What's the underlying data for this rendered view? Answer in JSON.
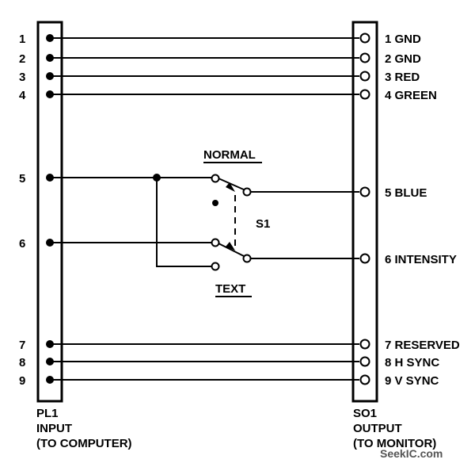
{
  "left_connector": {
    "pins": [
      "1",
      "2",
      "3",
      "4",
      "5",
      "6",
      "7",
      "8",
      "9"
    ],
    "label_lines": [
      "PL1",
      "INPUT",
      "(TO COMPUTER)"
    ]
  },
  "right_connector": {
    "pins": [
      "1 GND",
      "2 GND",
      "3 RED",
      "4 GREEN",
      "5 BLUE",
      "6 INTENSITY",
      "7 RESERVED",
      "8 H SYNC",
      "9 V SYNC"
    ],
    "label_lines": [
      "SO1",
      "OUTPUT",
      "(TO MONITOR)"
    ]
  },
  "switch": {
    "name": "S1",
    "normal_label": "NORMAL",
    "text_label": "TEXT"
  },
  "watermark": "SeekIC.com"
}
